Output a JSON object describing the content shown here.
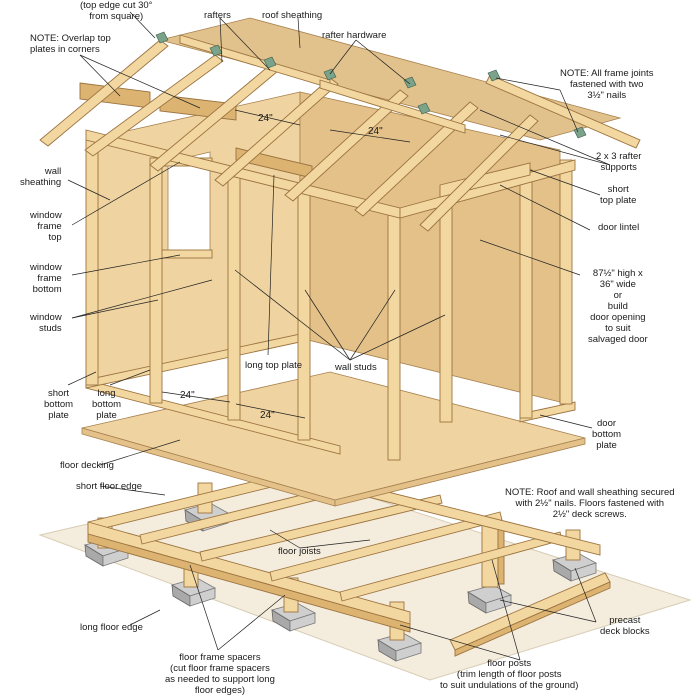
{
  "diagram": {
    "labels": {
      "top_edge_cut": "(top edge cut 30°\nfrom square)",
      "rafters": "rafters",
      "roof_sheathing": "roof sheathing",
      "note_overlap": "NOTE: Overlap top\nplates in corners",
      "rafter_hardware": "rafter hardware",
      "note_frame_joints": "NOTE: All frame joints\nfastened with two\n3½\" nails",
      "wall_sheathing": "wall\nsheathing",
      "window_frame_top": "window\nframe\ntop",
      "window_frame_bottom": "window\nframe\nbottom",
      "window_studs": "window\nstuds",
      "rafter_supports": "2 x 3 rafter\nsupports",
      "short_top_plate": "short\ntop plate",
      "door_lintel": "door lintel",
      "door_opening": "87½\" high x\n36\" wide\nor\nbuild\ndoor opening\nto suit\nsalvaged door",
      "long_top_plate": "long top plate",
      "wall_studs": "wall studs",
      "short_bottom_plate": "short\nbottom\nplate",
      "long_bottom_plate": "long\nbottom\nplate",
      "door_bottom_plate": "door\nbottom\nplate",
      "floor_decking": "floor decking",
      "short_floor_edge": "short floor edge",
      "note_sheathing": "NOTE: Roof and wall sheathing secured\nwith 2½\" nails. Floors fastened with\n2½\" deck screws.",
      "floor_joists": "floor joists",
      "precast_deck_blocks": "precast\ndeck blocks",
      "long_floor_edge": "long floor edge",
      "floor_frame_spacers": "floor frame spacers\n(cut floor frame spacers\nas needed to support long\nfloor edges)",
      "floor_posts": "floor posts\n(trim length of floor posts\nto suit undulations of the ground)"
    },
    "dimensions": {
      "rafter_spacing_1": "24\"",
      "rafter_spacing_2": "24\"",
      "floor_spacing_1": "24\"",
      "floor_spacing_2": "24\""
    },
    "colors": {
      "wood": "#f3d7a0",
      "wood_dark": "#d9b06c",
      "wood_edge": "#9c7440",
      "sheathing": "#e8c98e",
      "ground": "#f4ecdc",
      "concrete": "#c9c9c9",
      "hardware": "#7aa38a",
      "leader": "#222222"
    }
  }
}
